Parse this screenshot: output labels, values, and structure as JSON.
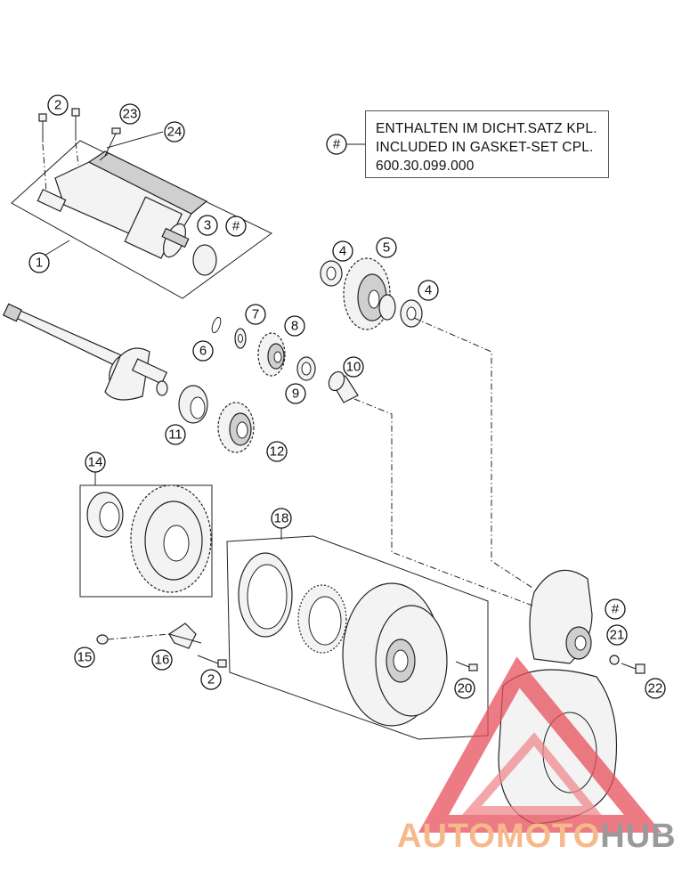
{
  "legend": {
    "symbol": "#",
    "line1": "ENTHALTEN IM DICHT.SATZ KPL.",
    "line2": "INCLUDED IN GASKET-SET CPL.",
    "line3": "600.30.099.000"
  },
  "callouts": {
    "c1": "1",
    "c2a": "2",
    "c2b": "2",
    "c3": "3",
    "c3hash": "#",
    "c4a": "4",
    "c4b": "4",
    "c5": "5",
    "c6": "6",
    "c7": "7",
    "c8": "8",
    "c9": "9",
    "c10": "10",
    "c11": "11",
    "c12": "12",
    "c14": "14",
    "c15": "15",
    "c16": "16",
    "c18": "18",
    "c20": "20",
    "c21": "21",
    "c21hash": "#",
    "c22": "22",
    "c23": "23",
    "c24": "24"
  },
  "watermark": {
    "part1": "AUTOMOTO",
    "part2": "HUB",
    "color_orange": "#f6b98c",
    "color_gray": "#9a9a9a",
    "color_red": "#e8505b"
  }
}
